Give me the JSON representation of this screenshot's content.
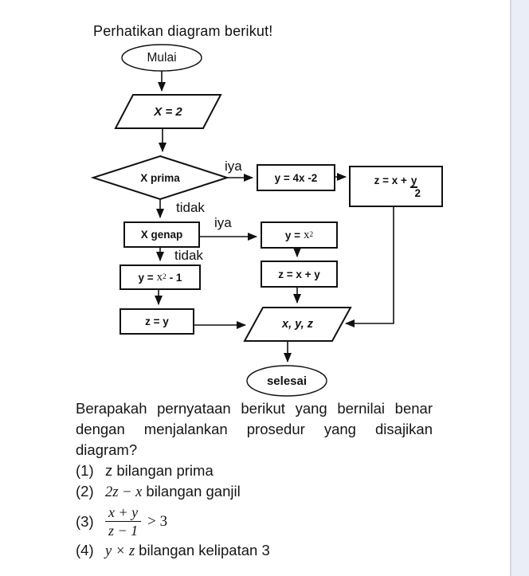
{
  "page": {
    "title": "Perhatikan diagram berikut!"
  },
  "colors": {
    "background": "#ffffff",
    "ink": "#111111",
    "edge_strip_fill": "#e9eef7",
    "edge_strip_border": "#d4d7dc"
  },
  "flowchart": {
    "start_label": "Mulai",
    "input_label": "X = 2",
    "decision_prime_label": "X prima",
    "yes1_label": "iya",
    "no1_label": "tidak",
    "box_y4x": "y = 4x -2",
    "box_z_half": {
      "prefix": "z = x +",
      "num": "y",
      "den": "2"
    },
    "decision_even_label": "X genap",
    "yes2_label": "iya",
    "no2_label": "tidak",
    "box_y_sq": {
      "prefix": "y =",
      "var": "x",
      "sup": "2"
    },
    "box_z_xy": "z = x + y",
    "box_y_sq_m1": {
      "prefix": "y =",
      "var": "x",
      "sup": "2",
      "suffix": "- 1"
    },
    "box_z_y": "z = y",
    "output_label": "x, y, z",
    "end_label": "selesai"
  },
  "question": {
    "intro": "Berapakah pernyataan berikut yang bernilai benar dengan menjalankan prosedur yang disajikan diagram?",
    "options": [
      {
        "num": "(1)",
        "math": "",
        "text": "z bilangan prima"
      },
      {
        "num": "(2)",
        "math": "2z − x",
        "text": "bilangan ganjil"
      },
      {
        "num": "(3)",
        "frac_num": "x + y",
        "frac_den": "z − 1",
        "suffix": "> 3"
      },
      {
        "num": "(4)",
        "math": "y × z",
        "text": "bilangan kelipatan 3"
      }
    ]
  }
}
